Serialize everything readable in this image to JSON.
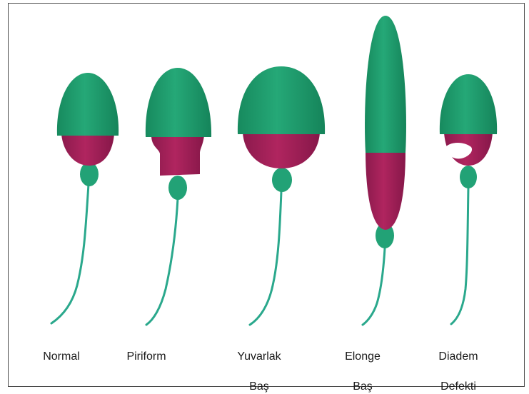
{
  "colors": {
    "head": "#1f9e6e",
    "midpiece": "#a31f5a",
    "neck": "#24a67a",
    "tail": "#2aa88c",
    "frame": "#4a4a4a",
    "defect": "#ffffff"
  },
  "sperm": [
    {
      "id": "normal",
      "label_line1": "Normal",
      "label_line2": ""
    },
    {
      "id": "piriform",
      "label_line1": "Piriform",
      "label_line2": ""
    },
    {
      "id": "yuvarlak",
      "label_line1": "Yuvarlak",
      "label_line2": "Baş"
    },
    {
      "id": "elonge",
      "label_line1": "Elonge",
      "label_line2": "Baş"
    },
    {
      "id": "diadem",
      "label_line1": "Diadem",
      "label_line2": "Defekti"
    }
  ]
}
